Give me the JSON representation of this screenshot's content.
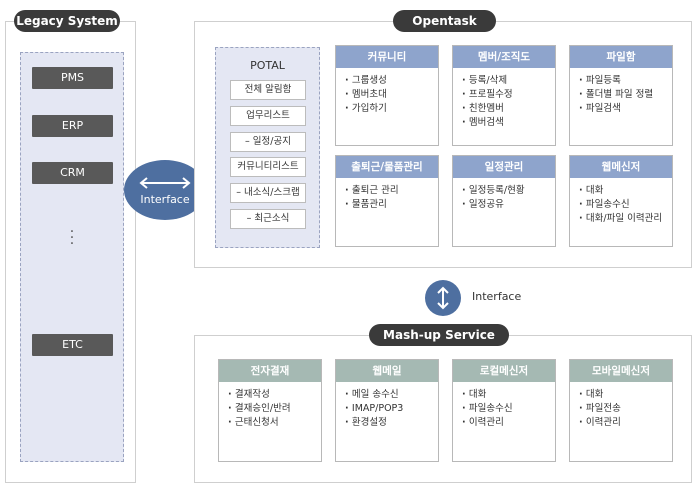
{
  "legacy": {
    "title": "Legacy System",
    "items": [
      "PMS",
      "ERP",
      "CRM",
      "ETC"
    ],
    "ellipsis_icon": "vertical-dots-icon"
  },
  "interface_left": {
    "label": "Interface",
    "icon": "double-arrow-horizontal-icon"
  },
  "interface_middle": {
    "label": "Interface",
    "icon": "double-arrow-vertical-icon"
  },
  "opentask": {
    "title": "Opentask",
    "portal": {
      "title": "POTAL",
      "items": [
        "전체 알림함",
        "업무리스트",
        "– 일정/공지",
        "커뮤니티리스트",
        "– 내소식/스크랩",
        "– 최근소식"
      ]
    },
    "cards": [
      {
        "title": "커뮤니티",
        "items": [
          "그룹생성",
          "멤버초대",
          "가입하기"
        ]
      },
      {
        "title": "멤버/조직도",
        "items": [
          "등록/삭제",
          "프로필수정",
          "친한멤버",
          "멤버검색"
        ]
      },
      {
        "title": "파일함",
        "items": [
          "파일등록",
          "폴더별 파일 정렬",
          "파일검색"
        ]
      },
      {
        "title": "출퇴근/물품관리",
        "items": [
          "출퇴근 관리",
          "물품관리"
        ]
      },
      {
        "title": "일정관리",
        "items": [
          "일정등록/현황",
          "일정공유"
        ]
      },
      {
        "title": "웹메신저",
        "items": [
          "대화",
          "파일송수신",
          "대화/파일 이력관리"
        ]
      }
    ]
  },
  "mashup": {
    "title": "Mash-up Service",
    "cards": [
      {
        "title": "전자결재",
        "items": [
          "결재작성",
          "결재승인/반려",
          "근태신청서"
        ]
      },
      {
        "title": "웹메일",
        "items": [
          "메일 송수신",
          "IMAP/POP3",
          "환경설정"
        ]
      },
      {
        "title": "로컬메신저",
        "items": [
          "대화",
          "파일송수신",
          "이력관리"
        ]
      },
      {
        "title": "모바일메신저",
        "items": [
          "대화",
          "파일전송",
          "이력관리"
        ]
      }
    ]
  },
  "colors": {
    "title_pill": "#3a3a3a",
    "legacy_item": "#595959",
    "opentask_card_head": "#8ea4cc",
    "mashup_card_head": "#a5b9b3",
    "interface_ellipse": "#4e6fa0",
    "dashed_fill": "#e4e7f3"
  }
}
